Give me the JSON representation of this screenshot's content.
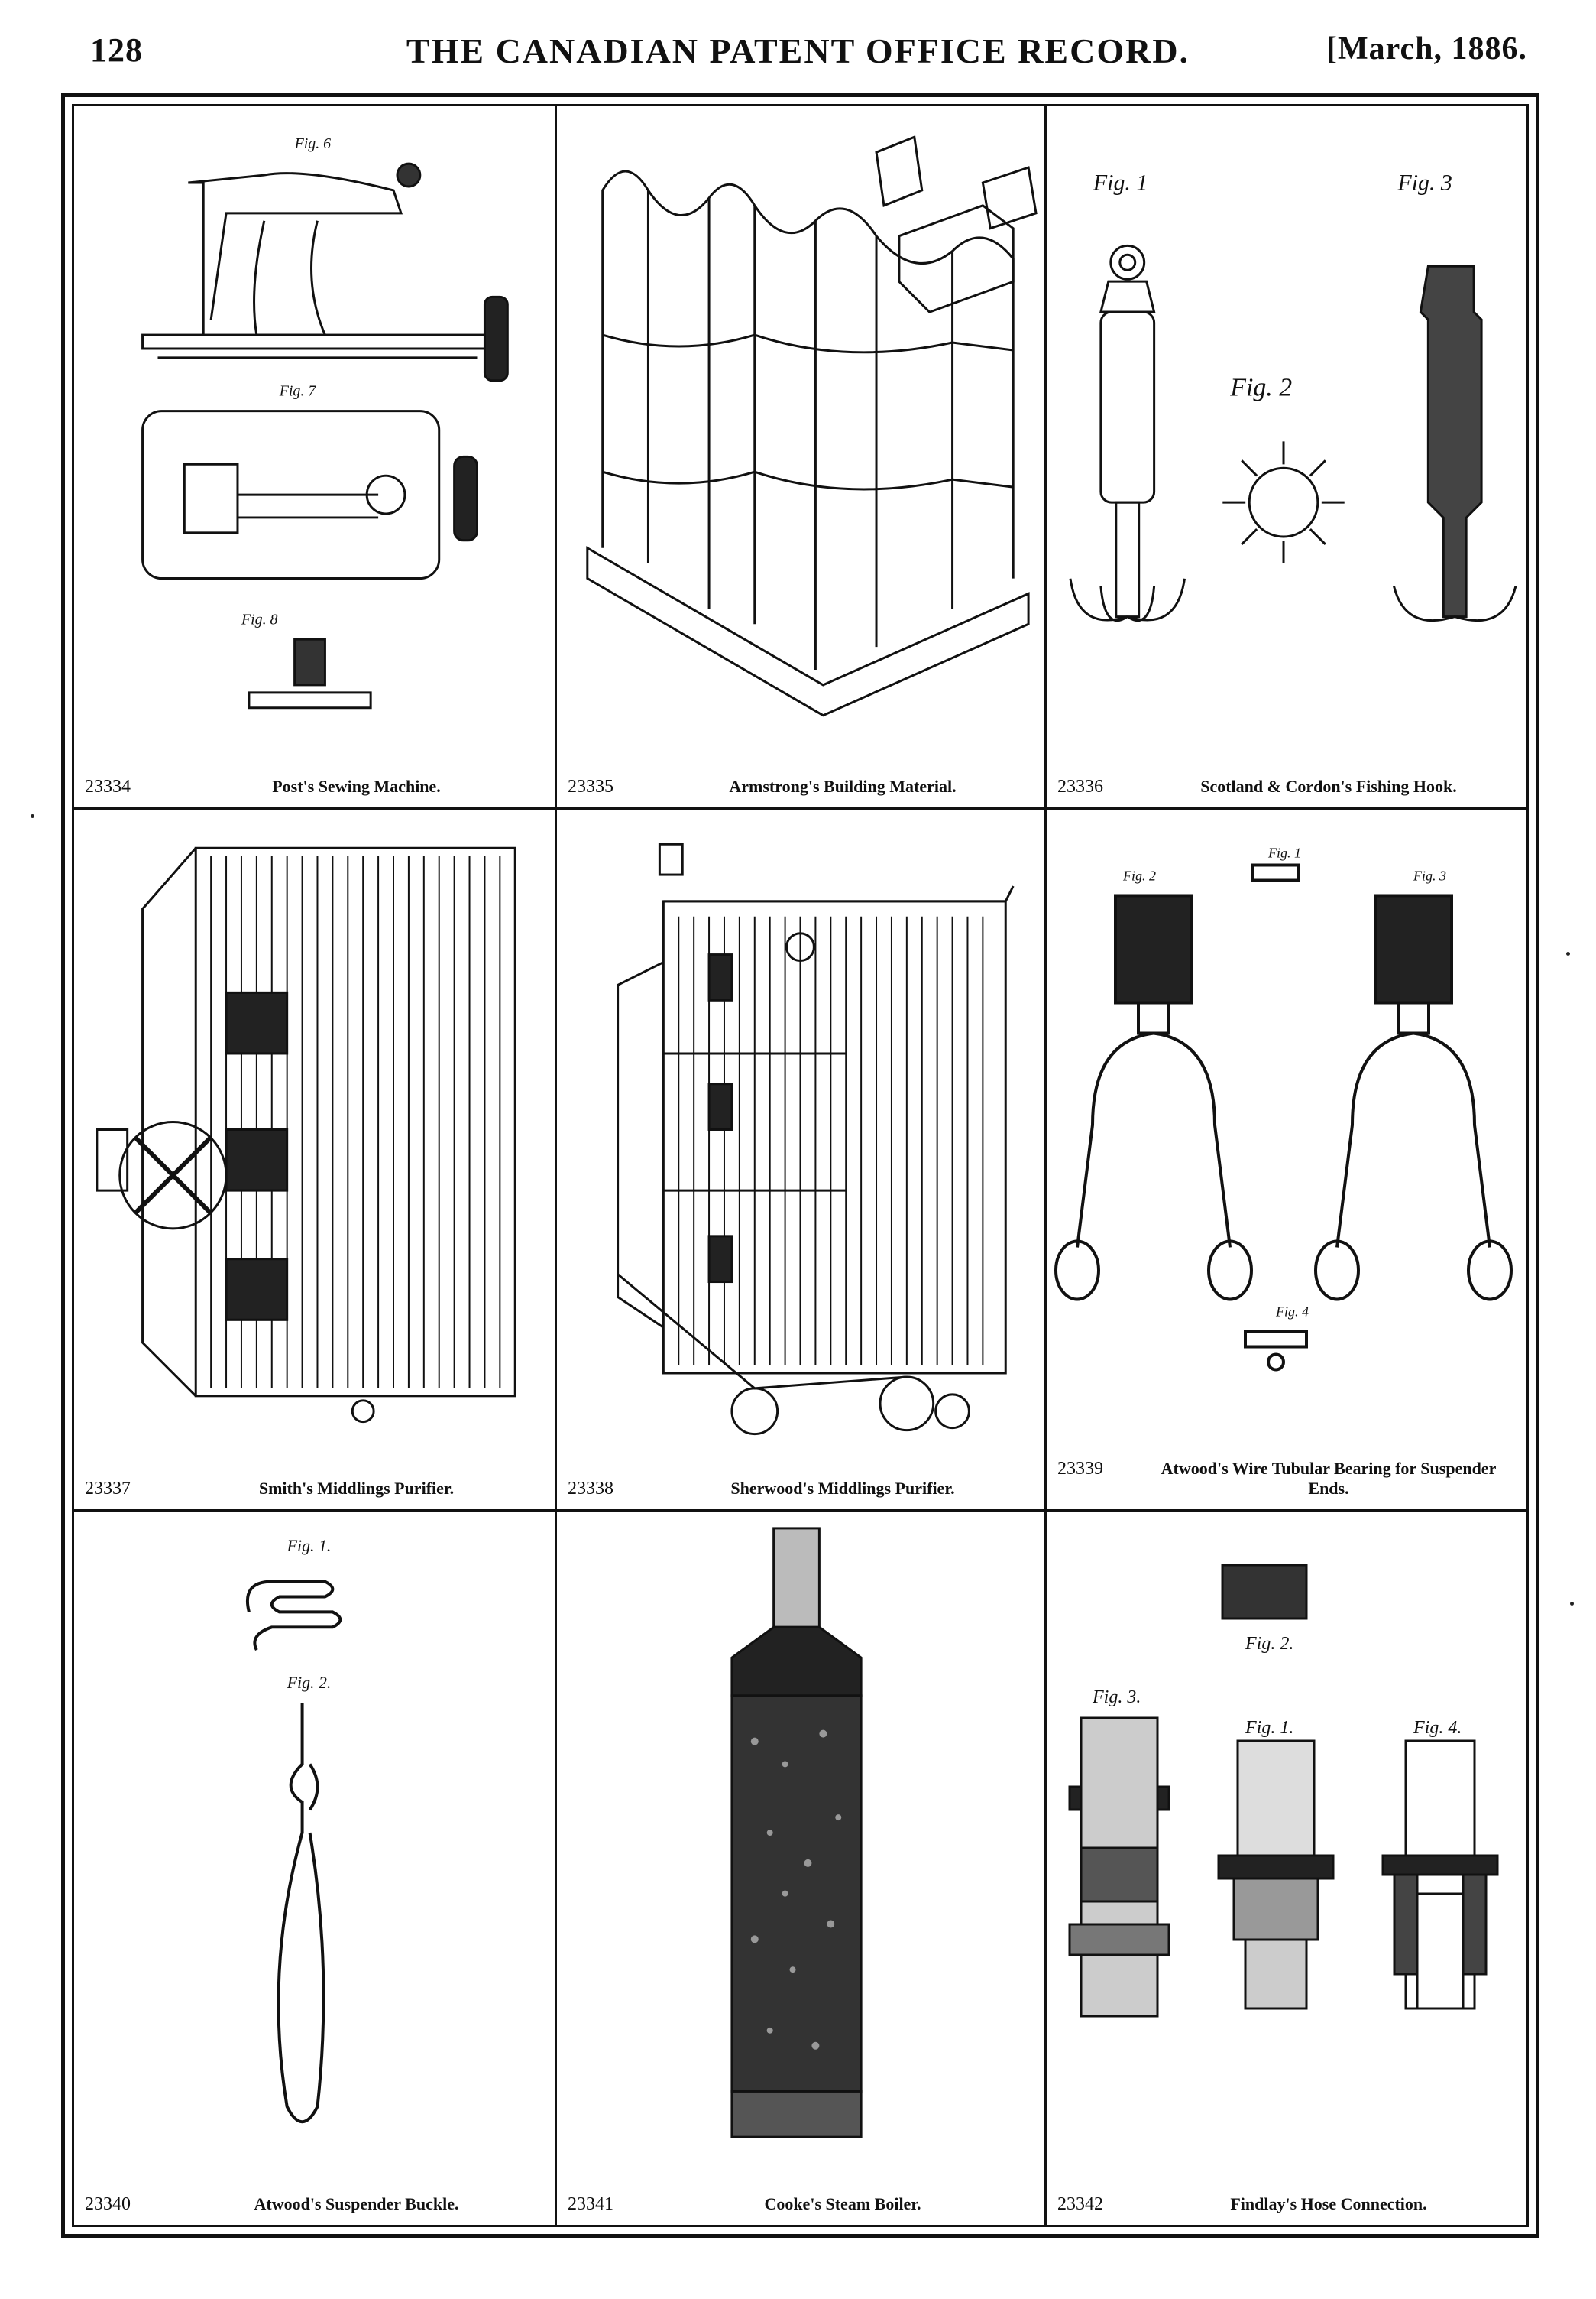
{
  "header": {
    "page_number": "128",
    "publication_title": "THE CANADIAN PATENT OFFICE RECORD.",
    "date": "[March, 1886."
  },
  "patents": [
    {
      "number": "23334",
      "title": "Post's Sewing Machine.",
      "fig_labels": [
        "Fig. 6",
        "Fig. 7",
        "Fig. 8"
      ]
    },
    {
      "number": "23335",
      "title": "Armstrong's Building Material.",
      "fig_labels": []
    },
    {
      "number": "23336",
      "title": "Scotland & Cordon's Fishing Hook.",
      "fig_labels": [
        "Fig. 1",
        "Fig. 2",
        "Fig. 3"
      ]
    },
    {
      "number": "23337",
      "title": "Smith's Middlings Purifier.",
      "fig_labels": []
    },
    {
      "number": "23338",
      "title": "Sherwood's Middlings Purifier.",
      "fig_labels": []
    },
    {
      "number": "23339",
      "title": "Atwood's Wire Tubular Bearing for Suspender Ends.",
      "fig_labels": [
        "Fig. 1",
        "Fig. 2",
        "Fig. 3",
        "Fig. 4"
      ]
    },
    {
      "number": "23340",
      "title": "Atwood's Suspender Buckle.",
      "fig_labels": [
        "Fig. 1.",
        "Fig. 2."
      ]
    },
    {
      "number": "23341",
      "title": "Cooke's Steam Boiler.",
      "fig_labels": []
    },
    {
      "number": "23342",
      "title": "Findlay's Hose Connection.",
      "fig_labels": [
        "Fig. 2.",
        "Fig. 3.",
        "Fig. 1.",
        "Fig. 4."
      ]
    }
  ]
}
